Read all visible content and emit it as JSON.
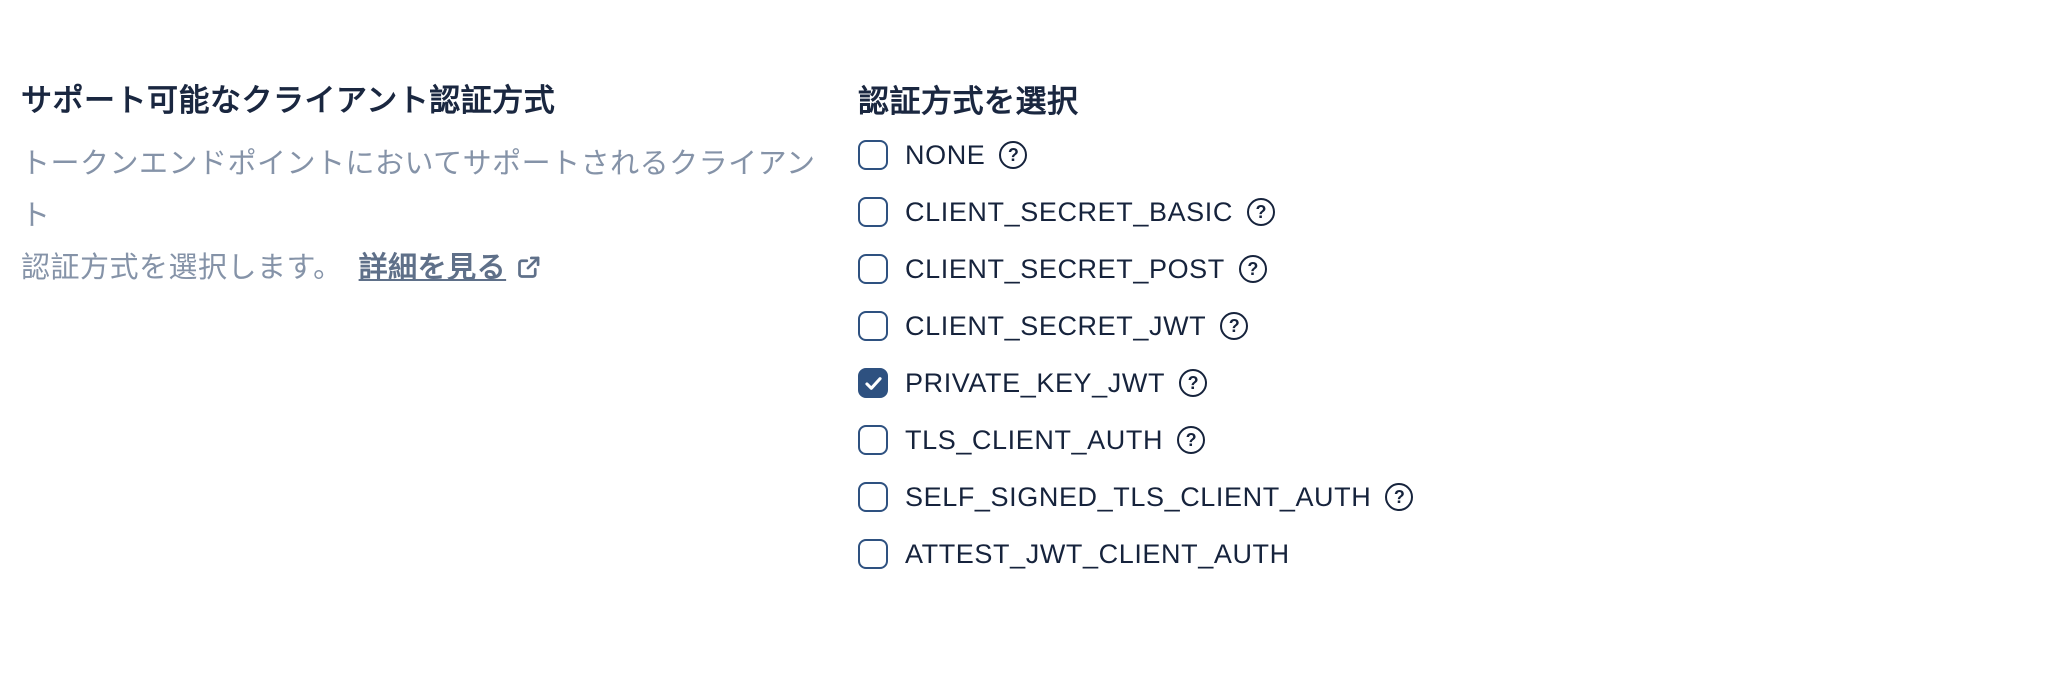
{
  "left_panel": {
    "title": "サポート可能なクライアント認証方式",
    "description_line1": "トークンエンドポイントにおいてサポートされるクライアント",
    "description_line2": "認証方式を選択します。",
    "link_label": "詳細を見る"
  },
  "right_panel": {
    "title": "認証方式を選択",
    "options": [
      {
        "label": "NONE",
        "checked": false,
        "help": true
      },
      {
        "label": "CLIENT_SECRET_BASIC",
        "checked": false,
        "help": true
      },
      {
        "label": "CLIENT_SECRET_POST",
        "checked": false,
        "help": true
      },
      {
        "label": "CLIENT_SECRET_JWT",
        "checked": false,
        "help": true
      },
      {
        "label": "PRIVATE_KEY_JWT",
        "checked": true,
        "help": true
      },
      {
        "label": "TLS_CLIENT_AUTH",
        "checked": false,
        "help": true
      },
      {
        "label": "SELF_SIGNED_TLS_CLIENT_AUTH",
        "checked": false,
        "help": true
      },
      {
        "label": "ATTEST_JWT_CLIENT_AUTH",
        "checked": false,
        "help": false
      }
    ]
  },
  "icons": {
    "help_glyph": "?"
  },
  "colors": {
    "accent_navy": "#2e5180",
    "text_dark": "#16233c",
    "text_muted": "#8593a8",
    "link": "#5f7089",
    "background": "#ffffff"
  }
}
